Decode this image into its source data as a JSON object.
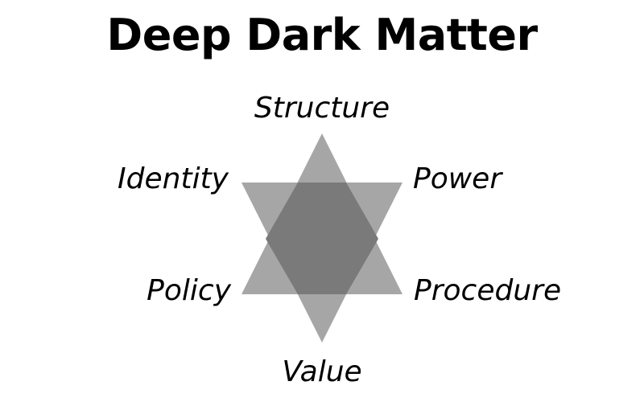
{
  "title": "Deep Dark Matter",
  "labels": {
    "top": "Structure",
    "upper_left": "Identity",
    "upper_right": "Power",
    "lower_left": "Policy",
    "lower_right": "Procedure",
    "bottom": "Value"
  },
  "colors": {
    "background": "#ffffff",
    "text": "#000000",
    "triangle_fill": "#a6a6a6",
    "overlap_fill": "#7a7a7a"
  }
}
